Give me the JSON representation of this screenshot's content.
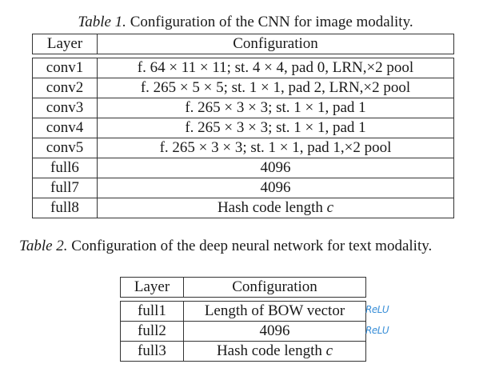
{
  "table1": {
    "caption_label": "Table 1.",
    "caption_text": "Configuration of the CNN for image modality.",
    "headers": [
      "Layer",
      "Configuration"
    ],
    "rows": [
      {
        "layer": "conv1",
        "config": "f. 64 × 11 × 11; st. 4 × 4, pad 0, LRN,×2 pool"
      },
      {
        "layer": "conv2",
        "config": "f. 265 × 5 × 5; st. 1 × 1, pad 2, LRN,×2 pool"
      },
      {
        "layer": "conv3",
        "config": "f. 265 × 3 × 3; st. 1 × 1, pad 1"
      },
      {
        "layer": "conv4",
        "config": "f. 265 × 3 × 3; st. 1 × 1, pad 1"
      },
      {
        "layer": "conv5",
        "config": "f. 265 × 3 × 3; st. 1 × 1, pad 1,×2 pool"
      },
      {
        "layer": "full6",
        "config": "4096"
      },
      {
        "layer": "full7",
        "config": "4096"
      },
      {
        "layer": "full8",
        "config": "Hash code length",
        "config_var": "c"
      }
    ]
  },
  "table2": {
    "caption_label": "Table 2.",
    "caption_text": "Configuration of the deep neural network for text modality.",
    "headers": [
      "Layer",
      "Configuration"
    ],
    "rows": [
      {
        "layer": "full1",
        "config": "Length of BOW vector"
      },
      {
        "layer": "full2",
        "config": "4096"
      },
      {
        "layer": "full3",
        "config": "Hash code length",
        "config_var": "c"
      }
    ]
  },
  "annotations": [
    "ReLU",
    "ReLU"
  ]
}
